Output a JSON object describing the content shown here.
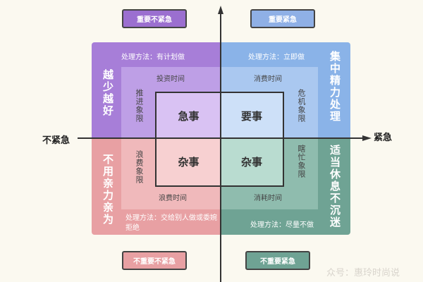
{
  "labels": {
    "tl": "重要不紧急",
    "tr": "重要紧急",
    "bl": "不重要不紧急",
    "br": "不重要紧急"
  },
  "axes": {
    "left": "不紧急",
    "right": "紧急"
  },
  "quadrants": {
    "tl": {
      "side": "越少越好",
      "method": "处理方法：有计划做",
      "time": "投资时间",
      "zone": "推进象限",
      "core": "急事"
    },
    "tr": {
      "side": "集中精力处理",
      "method": "处理方法：立即做",
      "time": "消费时间",
      "zone": "危机象限",
      "core": "要事"
    },
    "bl": {
      "side": "不用亲力亲为",
      "method": "处理方法：交给别人做或委婉拒绝",
      "time": "浪费时间",
      "zone": "浪费象限",
      "core": "杂事"
    },
    "br": {
      "side": "适当休息不沉迷",
      "method": "处理方法：尽量不做",
      "time": "消耗时间",
      "zone": "瞎忙象限",
      "core": "杂事"
    }
  },
  "watermark": "众号：惠玲时尚说",
  "colors": {
    "tl": "#a77ed8",
    "tr": "#8ab3e8",
    "bl": "#e8a0a3",
    "br": "#6fa394"
  }
}
